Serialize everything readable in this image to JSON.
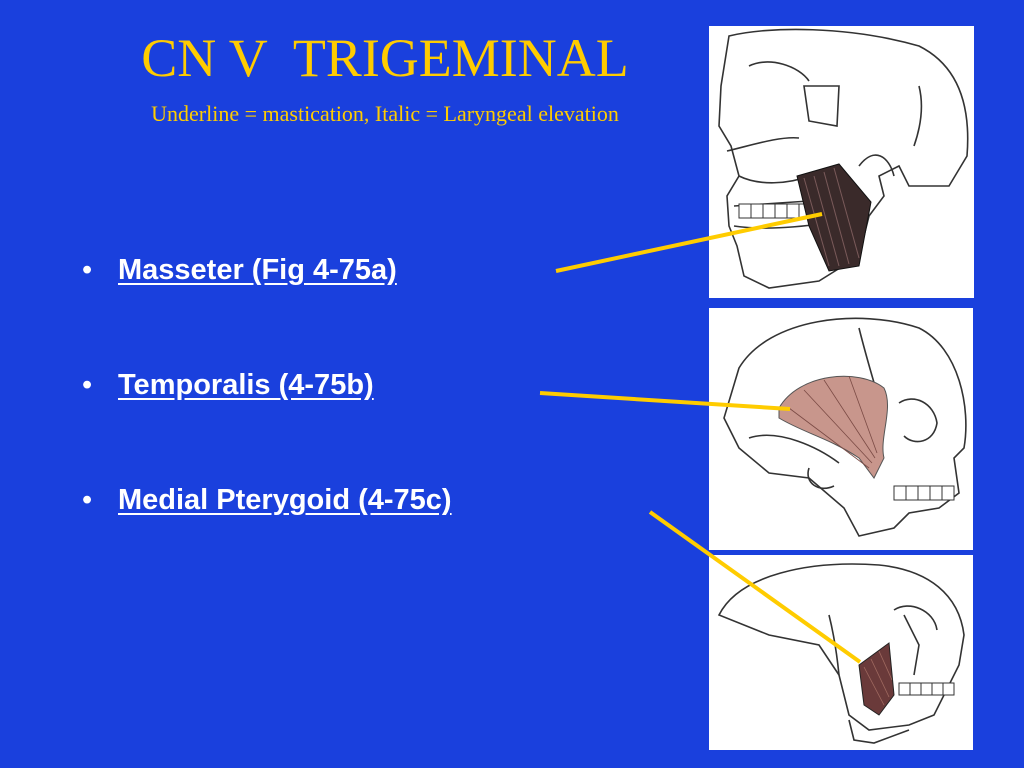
{
  "slide": {
    "title": "CN V  TRIGEMINAL",
    "subtitle": "Underline = mastication, Italic = Laryngeal elevation",
    "bullet_glyph": "•",
    "bullets": [
      {
        "label": "Masseter (Fig 4-75a)"
      },
      {
        "label": "Temporalis (4-75b)"
      },
      {
        "label": "Medial Pterygoid (4-75c)"
      }
    ],
    "figures": [
      {
        "name": "masseter-figure",
        "muscle": "masseter"
      },
      {
        "name": "temporalis-figure",
        "muscle": "temporalis"
      },
      {
        "name": "medial-pterygoid-figure",
        "muscle": "medial pterygoid"
      }
    ],
    "colors": {
      "background": "#1a40dd",
      "title": "#ffcc00",
      "bullet_text": "#ffffff",
      "arrow": "#ffcc00",
      "muscle": "#c8968c"
    }
  }
}
